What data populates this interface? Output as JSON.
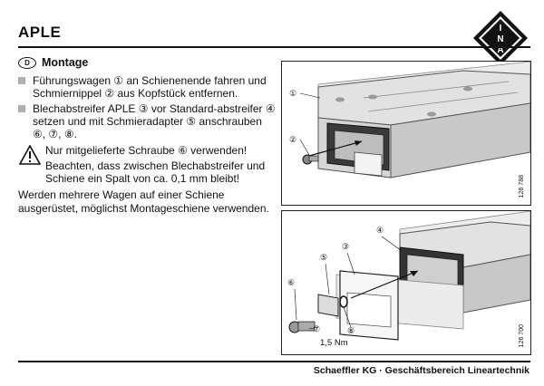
{
  "header": {
    "title": "APLE"
  },
  "logo": {
    "letters": [
      "I",
      "N",
      "A"
    ]
  },
  "section": {
    "icon_label": "D",
    "heading": "Montage"
  },
  "steps": [
    "Führungswagen ① an Schienenende fahren und Schmiernippel ② aus Kopfstück entfernen.",
    "Blechabstreifer APLE ③ vor Standard-abstreifer ④ setzen und mit Schmieradapter ⑤ anschrauben ⑥, ⑦, ⑧."
  ],
  "warning": {
    "icon": "warning-triangle-icon",
    "line1": "Nur mitgelieferte Schraube ⑥ verwenden!",
    "line2": "Beachten, dass zwischen Blechabstreifer und Schiene ein Spalt von ca. 0,1 mm bleibt!"
  },
  "note": "Werden mehrere Wagen auf einer Schiene ausgerüstet, möglichst Montageschiene verwenden.",
  "figure1": {
    "callouts": [
      "①",
      "②"
    ],
    "number": "126 788"
  },
  "figure2": {
    "callouts": [
      "③",
      "④",
      "⑤",
      "⑥",
      "⑦",
      "⑧"
    ],
    "torque": "1,5 Nm",
    "number": "126 700"
  },
  "footer": {
    "text": "Schaeffler KG · Geschäftsbereich Lineartechnik"
  }
}
